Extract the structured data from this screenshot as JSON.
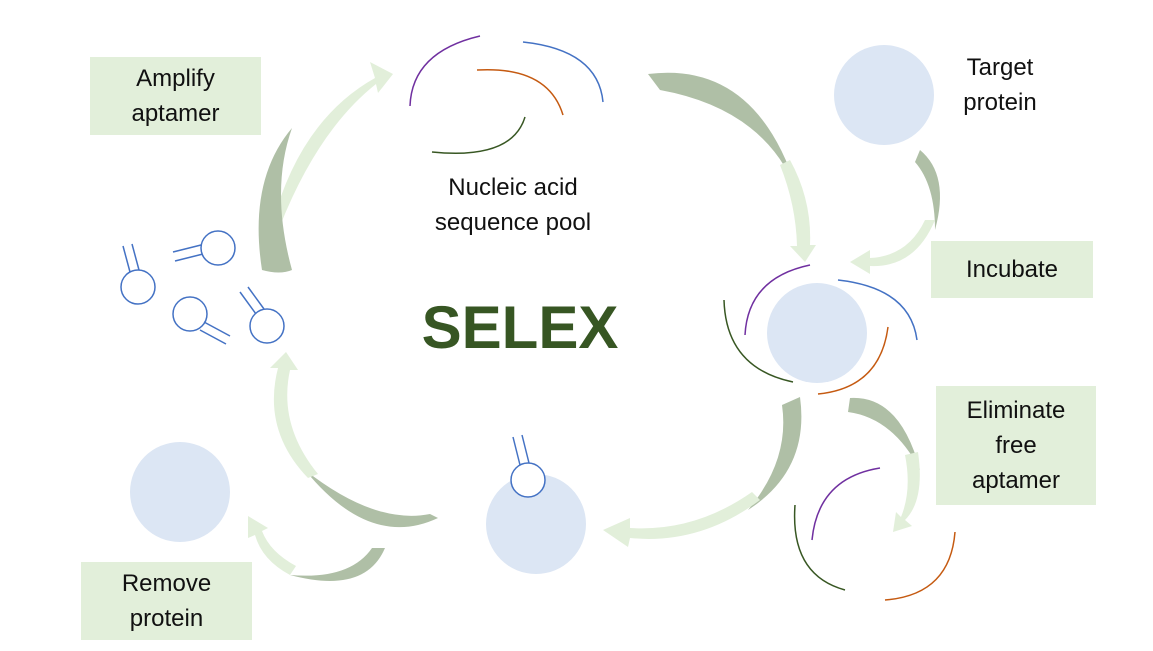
{
  "title": "SELEX",
  "labels": {
    "target_protein": "Target\nprotein",
    "sequence_pool": "Nucleic acid\nsequence pool"
  },
  "steps": {
    "amplify": "Amplify\naptamer",
    "incubate": "Incubate",
    "eliminate": "Eliminate\nfree\naptamer",
    "remove": "Remove\nprotein"
  },
  "colors": {
    "title": "#375623",
    "step_box_fill": "#E2EFDA",
    "arrow_dark": "#AFBFA6",
    "arrow_light": "#E2EFDA",
    "protein_fill": "#DCE6F4",
    "aptamer_stroke": "#4472C4",
    "strand_purple": "#7030A0",
    "strand_blue": "#4472C4",
    "strand_orange": "#C55A11",
    "strand_green": "#385723"
  }
}
